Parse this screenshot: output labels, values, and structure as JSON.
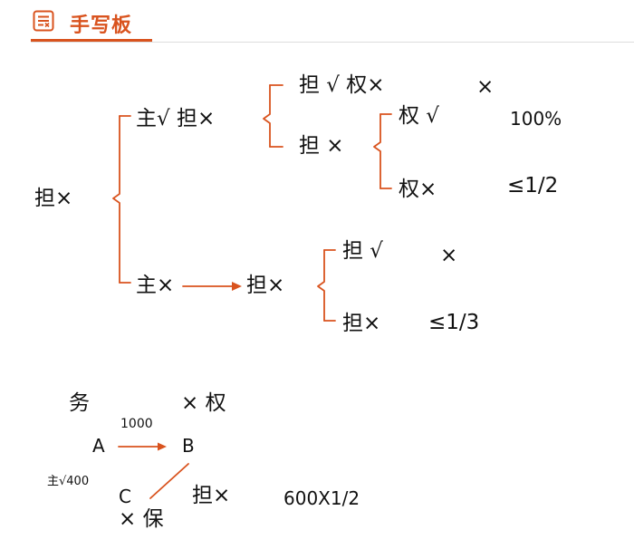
{
  "header": {
    "title": "手写板",
    "icon": "notepad-icon"
  },
  "accent_color": "#d9531e",
  "tree": {
    "root": "担×",
    "branch_1": {
      "label": "主√ 担×",
      "child_a": {
        "label": "担 √ 权×",
        "result": "×"
      },
      "child_b": {
        "label": "担 ×",
        "leaf_1": {
          "label": "权 √",
          "result": "100%"
        },
        "leaf_2": {
          "label": "权×",
          "result": "≤1/2"
        }
      }
    },
    "branch_2": {
      "label": "主×",
      "next": "担×",
      "leaf_1": {
        "label": "担 √",
        "result": "×"
      },
      "leaf_2": {
        "label": "担×",
        "result": "≤1/3"
      }
    }
  },
  "sketch": {
    "wu": "务",
    "quan": "× 权",
    "amount": "1000",
    "node_a": "A",
    "node_b": "B",
    "zhu_note": "主√400",
    "node_c": "C",
    "dan": "担×",
    "calc": "600X1/2",
    "bao": "× 保"
  }
}
